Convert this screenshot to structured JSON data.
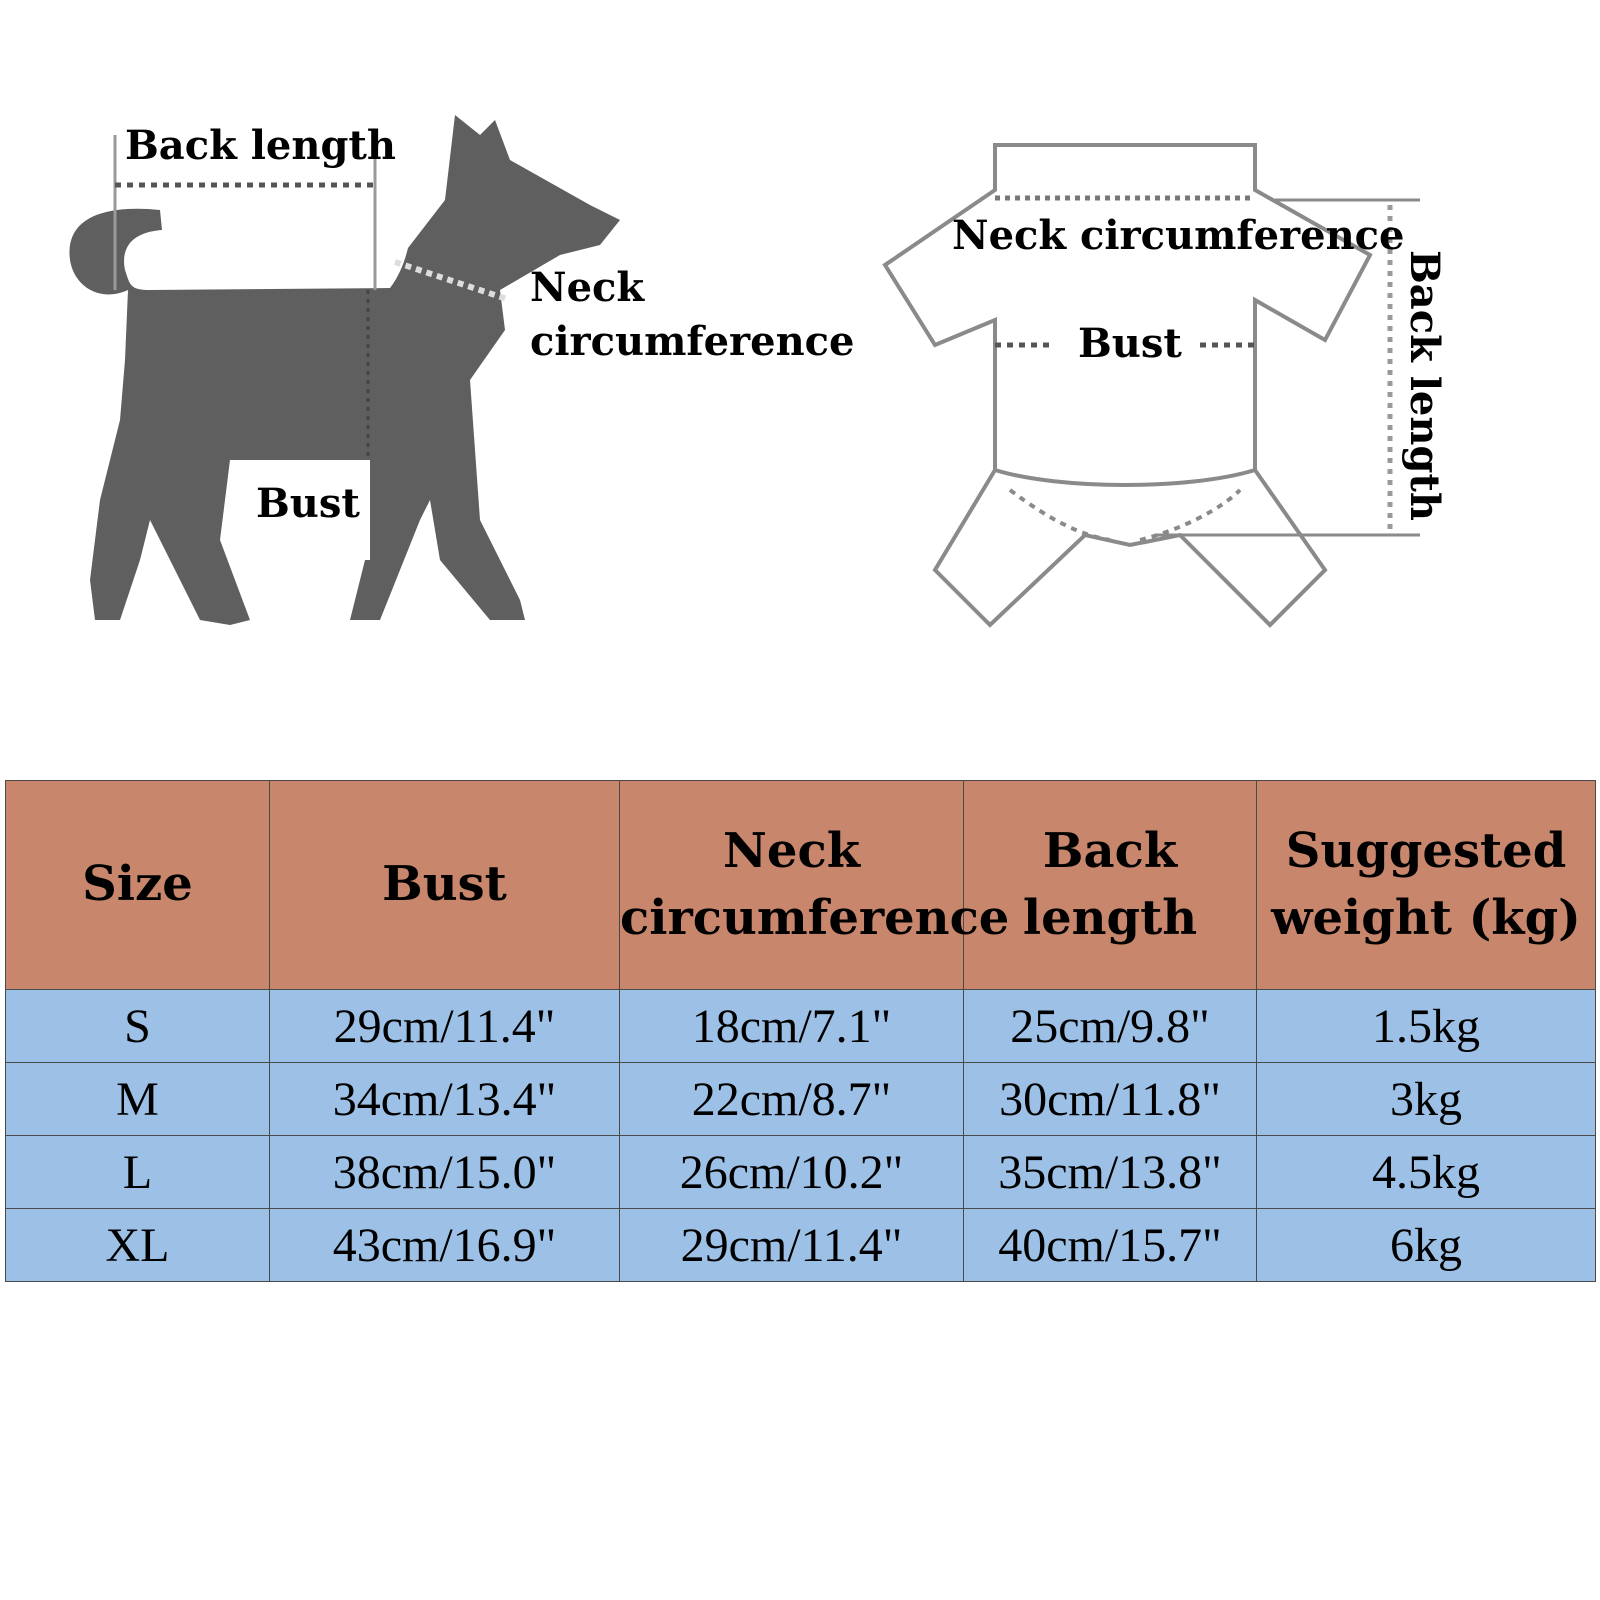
{
  "diagram_labels": {
    "dog_back_length": "Back length",
    "dog_neck_line1": "Neck",
    "dog_neck_line2": "circumference",
    "dog_bust": "Bust",
    "garment_neck": "Neck circumference",
    "garment_bust": "Bust",
    "garment_back_length": "Back length"
  },
  "table": {
    "headers": [
      "Size",
      "Bust",
      "Neck circumference",
      "Back length",
      "Suggested weight (kg)"
    ],
    "rows": [
      [
        "S",
        "29cm/11.4\"",
        "18cm/7.1\"",
        "25cm/9.8\"",
        "1.5kg"
      ],
      [
        "M",
        "34cm/13.4\"",
        "22cm/8.7\"",
        "30cm/11.8\"",
        "3kg"
      ],
      [
        "L",
        "38cm/15.0\"",
        "26cm/10.2\"",
        "35cm/13.8\"",
        "4.5kg"
      ],
      [
        "XL",
        "43cm/16.9\"",
        "29cm/11.4\"",
        "40cm/15.7\"",
        "6kg"
      ]
    ]
  },
  "colors": {
    "header_bg": "#c8866c",
    "row_bg": "#9dc1e6",
    "dog": "#5f5f5f"
  }
}
